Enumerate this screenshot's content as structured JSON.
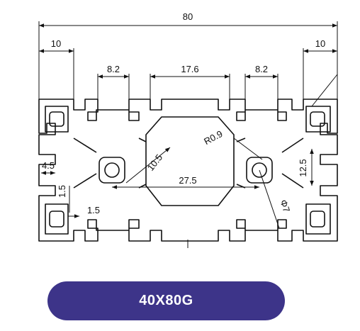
{
  "dimensions": {
    "total_width": "80",
    "left_edge": "10",
    "right_edge": "10",
    "left_slot": "8.2",
    "center_slot": "17.6",
    "right_slot": "8.2",
    "radius": "R0.9",
    "diagonal": "10.5",
    "core_spacing": "27.5",
    "right_height": "12.5",
    "bore": "Φ7",
    "side_left": "4.5",
    "side_vertical": "1.5",
    "wall": "1.5"
  },
  "badge": {
    "label": "40X80G",
    "color": "#3d3489"
  },
  "colors": {
    "line": "#111111",
    "background": "#ffffff"
  }
}
